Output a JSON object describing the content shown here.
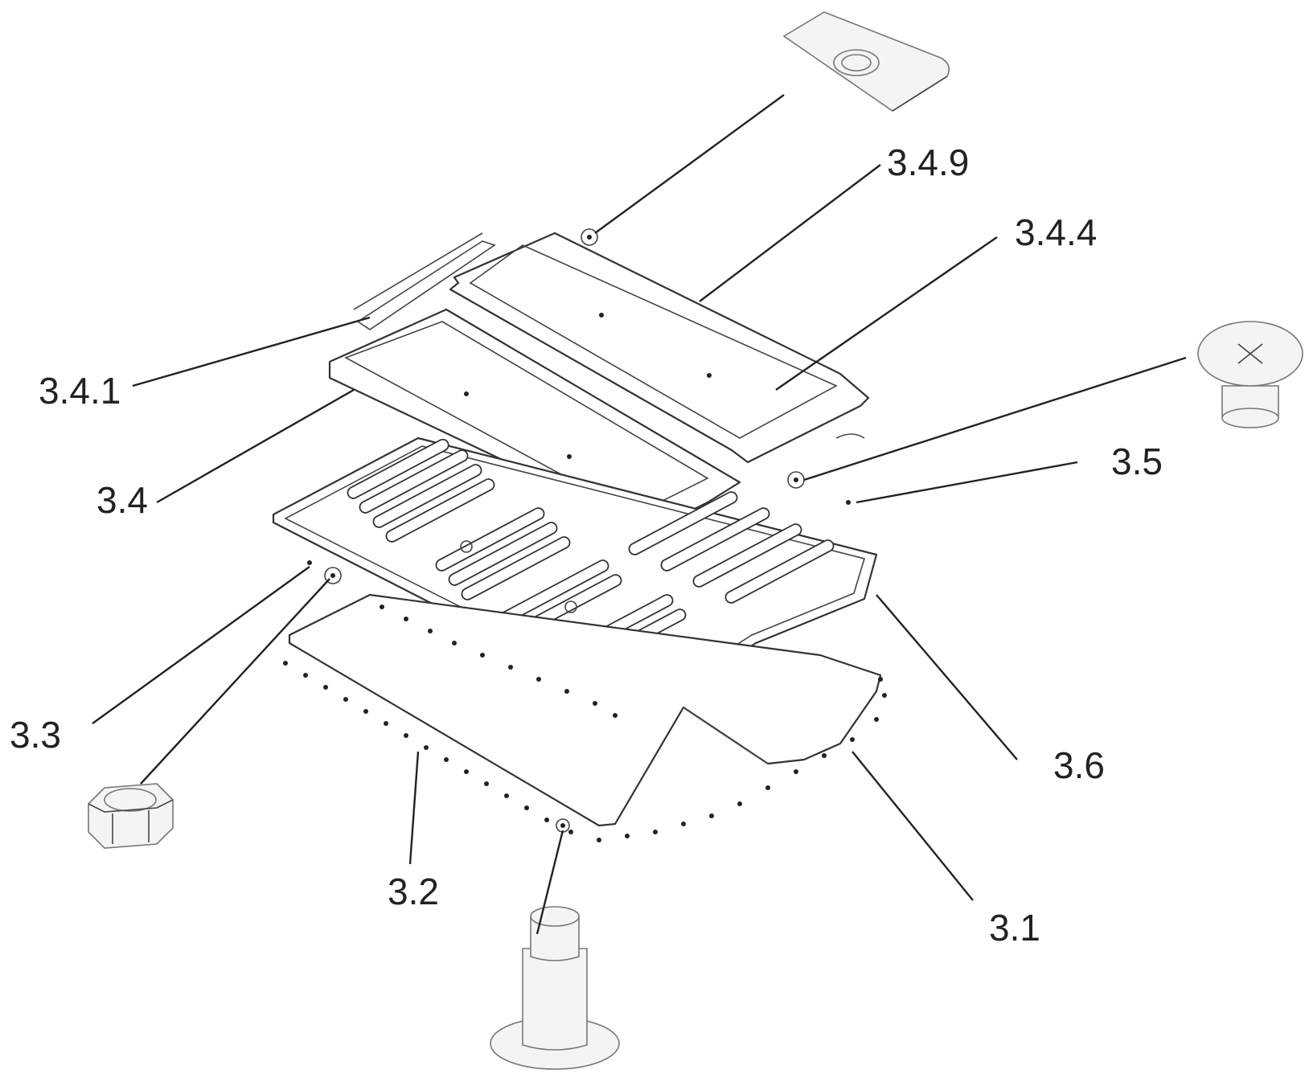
{
  "labels": {
    "l_349": "3.4.9",
    "l_344": "3.4.4",
    "l_341": "3.4.1",
    "l_34": "3.4",
    "l_35": "3.5",
    "l_33": "3.3",
    "l_36": "3.6",
    "l_32": "3.2",
    "l_31": "3.1"
  },
  "colors": {
    "line": "#333333",
    "paper": "#ffffff",
    "fastener_fill": "#f4f4f2"
  }
}
